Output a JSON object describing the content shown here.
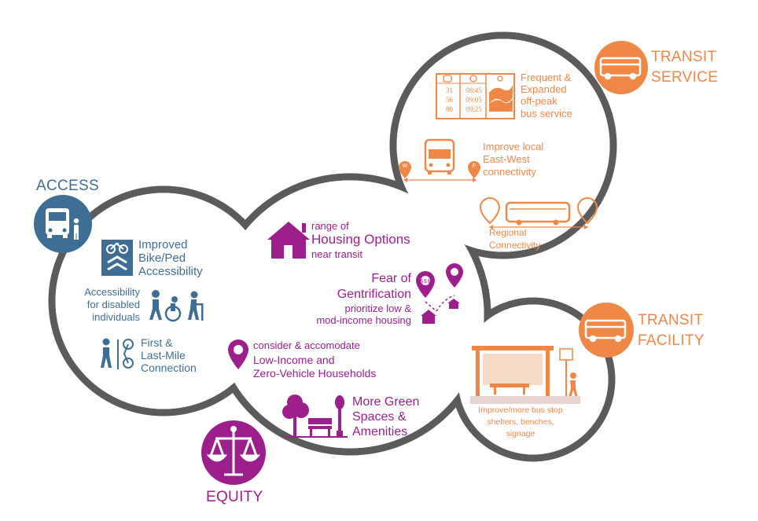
{
  "colors": {
    "outline": "#5b5b5b",
    "access": "#3f6e94",
    "equity": "#9c1f8c",
    "transit": "#ef8747"
  },
  "access": {
    "title": "ACCESS",
    "bike_ped": [
      "Improved",
      "Bike/Ped",
      "Accessibility"
    ],
    "disabled": [
      "Accessibility",
      "for disabled",
      "individuals"
    ],
    "first_last": [
      "First &",
      "Last-Mile",
      "Connection"
    ]
  },
  "equity": {
    "title": "EQUITY",
    "housing_pre": "range of",
    "housing_main": "Housing Options",
    "housing_post": "near transit",
    "gentrification_1": "Fear of",
    "gentrification_2": "Gentrification",
    "gentrification_3": "prioritize low &",
    "gentrification_4": "mod-income housing",
    "lowincome": [
      "consider & accomodate",
      "Low-Income and",
      "Zero-Vehicle Households"
    ],
    "green": [
      "More Green",
      "Spaces &",
      "Amenities"
    ]
  },
  "transit_service": {
    "title_1": "TRANSIT",
    "title_2": "SERVICE",
    "frequent": [
      "Frequent  &",
      "Expanded",
      "off-peak",
      "bus service"
    ],
    "schedule": {
      "routes": [
        "31",
        "56",
        "80"
      ],
      "times": [
        "08:45",
        "09:05",
        "09:25"
      ]
    },
    "eastwest": [
      "Improve local",
      "East-West",
      "connectivity"
    ],
    "dir_w": "W",
    "dir_e": "E",
    "regional": [
      "Regional",
      "Connectivity"
    ]
  },
  "transit_facility": {
    "title_1": "TRANSIT",
    "title_2": "FACILITY",
    "shelter": [
      "Improve/more bus stop",
      "shelters, benches,",
      "signage"
    ]
  }
}
